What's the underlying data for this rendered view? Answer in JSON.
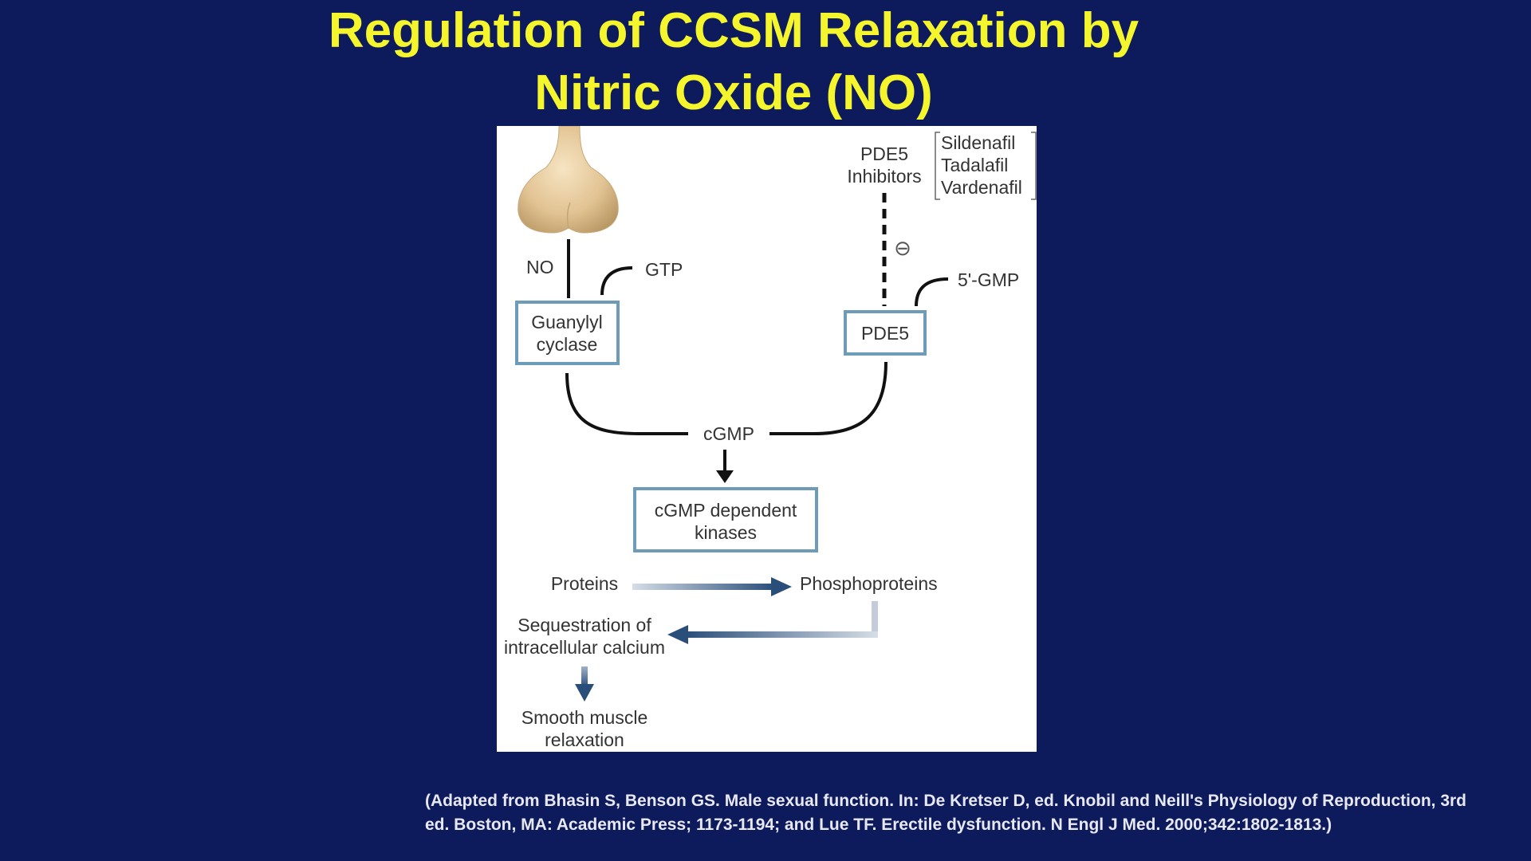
{
  "slide": {
    "title_line1": "Regulation of CCSM Relaxation by",
    "title_line2": "Nitric Oxide (NO)",
    "citation": "(Adapted from Bhasin S, Benson GS. Male sexual function. In: De Kretser D, ed. Knobil and Neill's Physiology of Reproduction, 3rd ed. Boston, MA: Academic Press; 1173-1194; and Lue TF. Erectile dysfunction. N Engl J Med. 2000;342:1802-1813.)"
  },
  "diagram": {
    "no_label": "NO",
    "gtp_label": "GTP",
    "guanylyl_line1": "Guanylyl",
    "guanylyl_line2": "cyclase",
    "pde5_inhibitors_line1": "PDE5",
    "pde5_inhibitors_line2": "Inhibitors",
    "drugs": [
      "Sildenafil",
      "Tadalafil",
      "Vardenafil"
    ],
    "inhibit_symbol": "⊖",
    "gmp_label": "5'-GMP",
    "pde5_label": "PDE5",
    "cgmp_label": "cGMP",
    "kinases_line1": "cGMP dependent",
    "kinases_line2": "kinases",
    "proteins_label": "Proteins",
    "phosphoproteins_label": "Phosphoproteins",
    "sequestration_line1": "Sequestration of",
    "sequestration_line2": "intracellular calcium",
    "relaxation_line1": "Smooth muscle",
    "relaxation_line2": "relaxation"
  },
  "colors": {
    "background": "#0d1a5c",
    "title": "#f5f52e",
    "box_border": "#6e9bb8",
    "arrow_blue": "#2a4e7a"
  }
}
